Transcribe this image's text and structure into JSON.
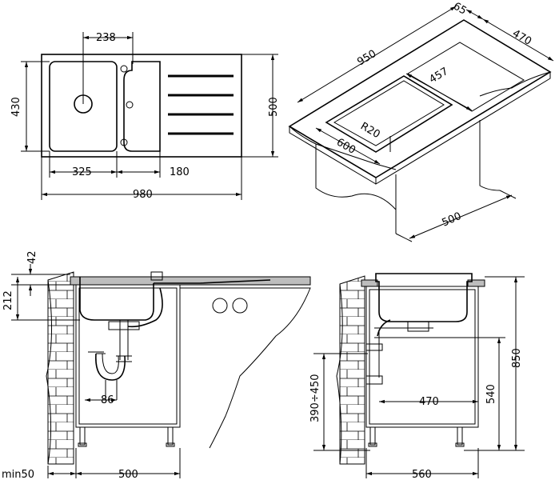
{
  "top_view": {
    "dim_bowl_offset": "238",
    "dim_height_bowl": "430",
    "dim_height_total": "500",
    "dim_bowl_width": "325",
    "dim_drain_width": "180",
    "dim_total_width": "980"
  },
  "iso_view": {
    "dim_rim": "65",
    "dim_length": "950",
    "dim_depth": "470",
    "dim_inner": "457",
    "dim_radius": "R20",
    "dim_bowl": "600",
    "dim_cabinet": "500"
  },
  "side_view": {
    "dim_rim": "42",
    "dim_bowl_depth": "212",
    "dim_trap": "86",
    "dim_min": "min50",
    "dim_cabinet": "500"
  },
  "front_view": {
    "dim_height": "850",
    "dim_outlet": "540",
    "dim_trap_range": "390÷450",
    "dim_offset": "470",
    "dim_width": "560"
  }
}
